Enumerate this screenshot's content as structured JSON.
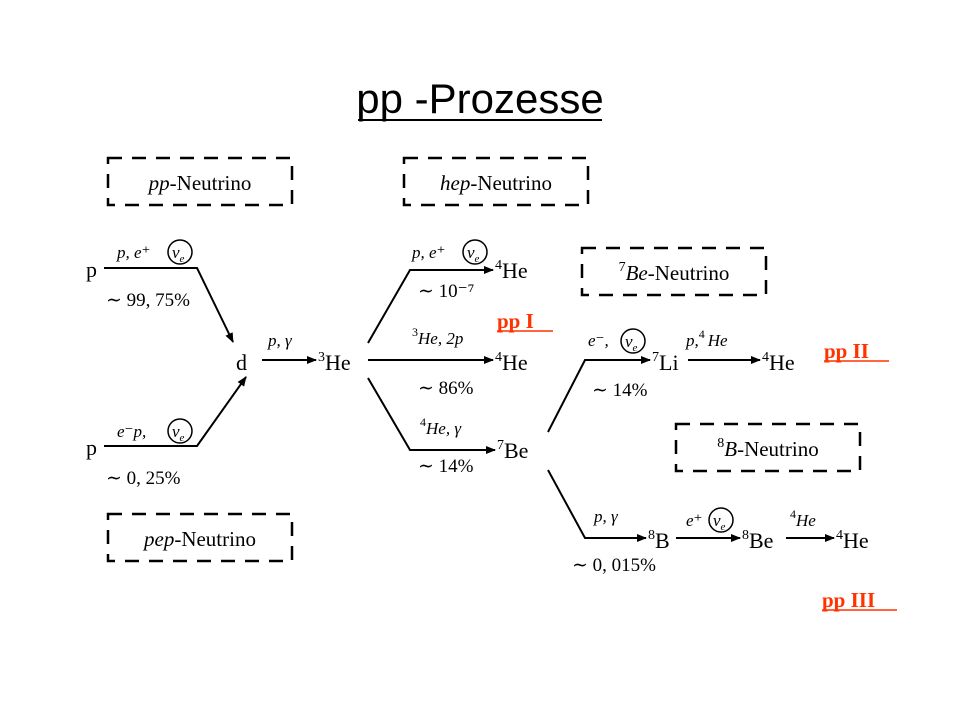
{
  "title": "pp -Prozesse",
  "colors": {
    "text": "#000000",
    "accent": "#ff3300",
    "dash": "#000000",
    "background": "#ffffff"
  },
  "neutrino_boxes": {
    "pp": {
      "italic": "pp",
      "rest": "-Neutrino"
    },
    "hep": {
      "italic": "hep",
      "rest": "-Neutrino"
    },
    "be7": {
      "sup": "7",
      "italic": "Be",
      "rest": "-Neutrino"
    },
    "b8": {
      "sup": "8",
      "italic": "B",
      "rest": "-Neutrino"
    },
    "pep": {
      "italic": "pep",
      "rest": "-Neutrino"
    }
  },
  "branch_labels": {
    "pp1": "pp I",
    "pp2": "pp II",
    "pp3": "pp III"
  },
  "nodes": {
    "p_top": "p",
    "p_bottom": "p",
    "d": "d",
    "he3": {
      "sup": "3",
      "text": "He"
    },
    "he4_hep": {
      "sup": "4",
      "text": "He"
    },
    "he4_pp1": {
      "sup": "4",
      "text": "He"
    },
    "be7": {
      "sup": "7",
      "text": "Be"
    },
    "li7": {
      "sup": "7",
      "text": "Li"
    },
    "he4_pp2": {
      "sup": "4",
      "text": "He"
    },
    "b8": {
      "sup": "8",
      "text": "B"
    },
    "be8": {
      "sup": "8",
      "text": "Be"
    },
    "he4_pp3": {
      "sup": "4",
      "text": "He"
    }
  },
  "reactions": {
    "pp_top": {
      "label": "p, e⁺",
      "nu": "ν",
      "nu_sub": "e",
      "branch": "∼ 99, 75%"
    },
    "pep_bottom": {
      "label": "e⁻p,",
      "nu": "ν",
      "nu_sub": "e",
      "branch": "∼ 0, 25%"
    },
    "d_to_he3": {
      "label": "p, γ"
    },
    "hep": {
      "label": "p, e⁺",
      "nu": "ν",
      "nu_sub": "e",
      "branch": "∼ 10⁻⁷"
    },
    "he3he3": {
      "sup": "3",
      "label": "He, 2p",
      "branch": "∼ 86%"
    },
    "he3he4": {
      "sup": "4",
      "label": "He, γ",
      "branch": "∼ 14%"
    },
    "be7_ec": {
      "label": "e⁻,",
      "nu": "ν",
      "nu_sub": "e",
      "branch": "∼ 14%"
    },
    "li7_p": {
      "label_pre": "p,",
      "sup": "4",
      "label": "He"
    },
    "be7_p": {
      "label": "p, γ",
      "branch": "∼ 0, 015%"
    },
    "b8_decay": {
      "label": "e⁺",
      "nu": "ν",
      "nu_sub": "e"
    },
    "be8_decay": {
      "sup": "4",
      "label": "He"
    }
  }
}
